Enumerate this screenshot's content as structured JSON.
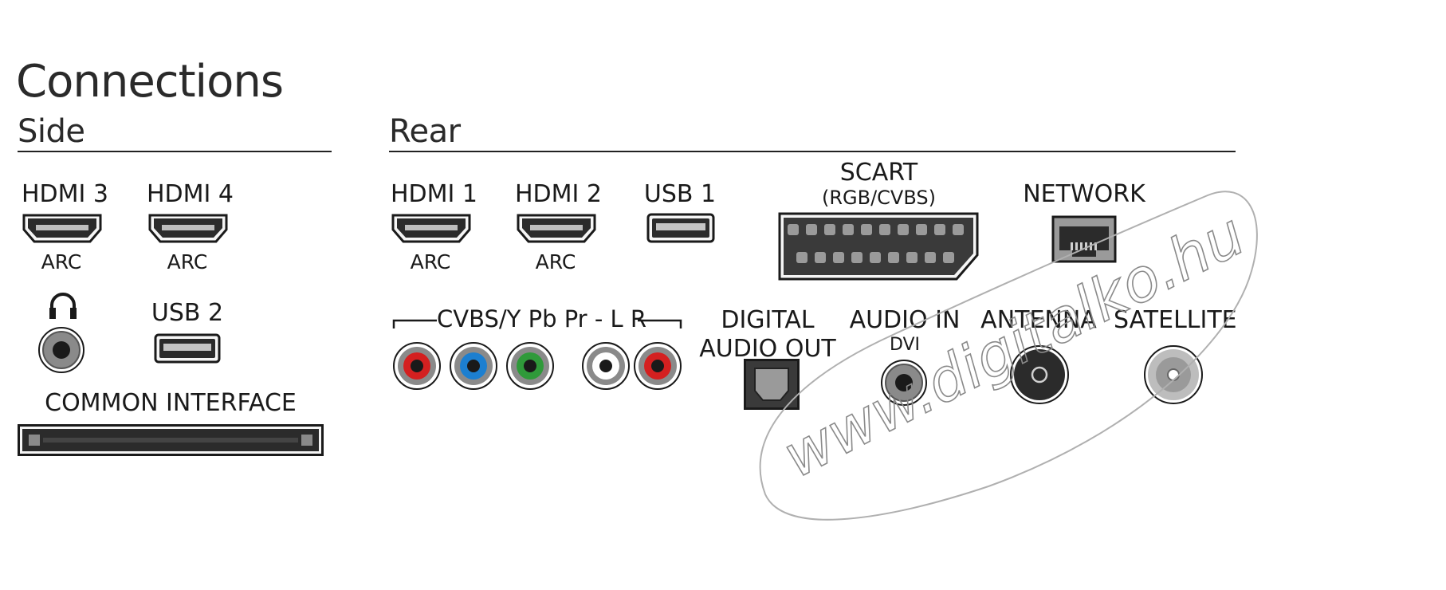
{
  "title": "Connections",
  "side": {
    "heading": "Side",
    "hdmi3": {
      "label": "HDMI 3",
      "sub": "ARC"
    },
    "hdmi4": {
      "label": "HDMI 4",
      "sub": "ARC"
    },
    "headphone_icon": "headphones-icon",
    "usb2": {
      "label": "USB 2"
    },
    "ci": {
      "label": "COMMON INTERFACE"
    }
  },
  "rear": {
    "heading": "Rear",
    "hdmi1": {
      "label": "HDMI 1",
      "sub": "ARC"
    },
    "hdmi2": {
      "label": "HDMI 2",
      "sub": "ARC"
    },
    "usb1": {
      "label": "USB 1"
    },
    "scart": {
      "label": "SCART",
      "sub": "(RGB/CVBS)"
    },
    "network": {
      "label": "NETWORK"
    },
    "component": {
      "label": "CVBS/Y Pb Pr - L R"
    },
    "digital_audio_out": {
      "line1": "DIGITAL",
      "line2": "AUDIO OUT"
    },
    "audio_in": {
      "label": "AUDIO IN",
      "sub": "DVI"
    },
    "antenna": {
      "label": "ANTENNA"
    },
    "satellite": {
      "label": "SATELLITE"
    }
  },
  "watermark": {
    "text": "www.digitalko.hu"
  },
  "colors": {
    "rca_red": "#d42020",
    "rca_blue": "#1c7fd0",
    "rca_green": "#2f9a3a",
    "rca_white": "#ffffff",
    "port_dark": "#2b2b2b",
    "port_gray": "#8a8a8a"
  }
}
